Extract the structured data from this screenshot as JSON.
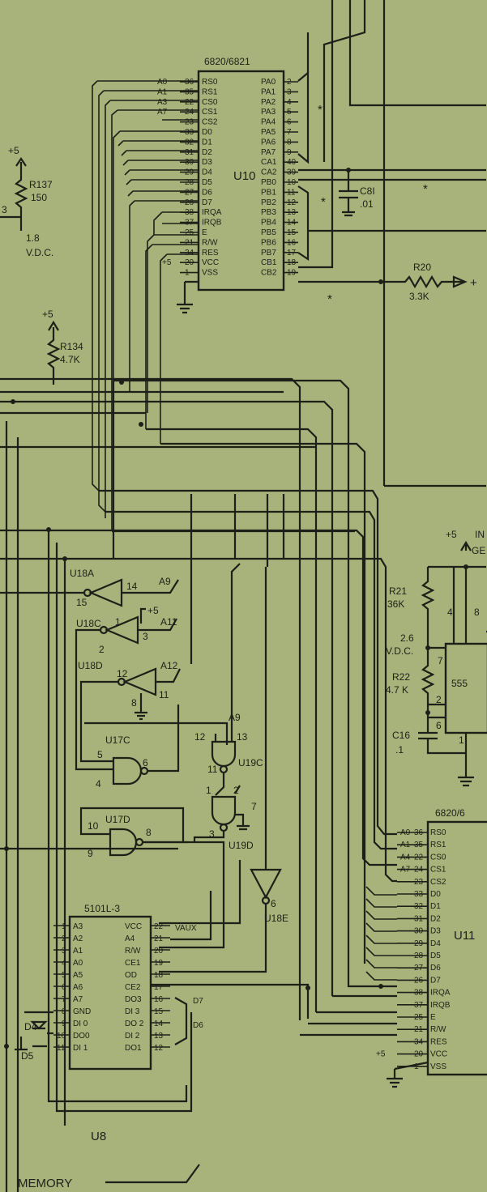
{
  "colors": {
    "paper": "#a7b37a",
    "ink": "#1e1f18"
  },
  "u10": {
    "title": "6820/6821",
    "ref": "U10",
    "left_pins": [
      {
        "sig": "RS0",
        "num": "36",
        "net": "A0"
      },
      {
        "sig": "RS1",
        "num": "35",
        "net": "A1"
      },
      {
        "sig": "CS0",
        "num": "22",
        "net": "A3"
      },
      {
        "sig": "CS1",
        "num": "24",
        "net": "A7"
      },
      {
        "sig": "CS2",
        "num": "23",
        "net": ""
      },
      {
        "sig": "D0",
        "num": "33",
        "net": ""
      },
      {
        "sig": "D1",
        "num": "32",
        "net": ""
      },
      {
        "sig": "D2",
        "num": "31",
        "net": ""
      },
      {
        "sig": "D3",
        "num": "30",
        "net": ""
      },
      {
        "sig": "D4",
        "num": "29",
        "net": ""
      },
      {
        "sig": "D5",
        "num": "28",
        "net": ""
      },
      {
        "sig": "D6",
        "num": "27",
        "net": ""
      },
      {
        "sig": "D7",
        "num": "26",
        "net": ""
      },
      {
        "sig": "IRQA",
        "num": "38",
        "net": ""
      },
      {
        "sig": "IRQB",
        "num": "37",
        "net": ""
      },
      {
        "sig": "E",
        "num": "25",
        "net": ""
      },
      {
        "sig": "R/W",
        "num": "21",
        "net": ""
      },
      {
        "sig": "RES",
        "num": "34",
        "net": ""
      },
      {
        "sig": "VCC",
        "num": "20",
        "net": "+5"
      },
      {
        "sig": "VSS",
        "num": "1",
        "net": ""
      }
    ],
    "right_pins": [
      {
        "sig": "PA0",
        "num": "2"
      },
      {
        "sig": "PA1",
        "num": "3"
      },
      {
        "sig": "PA2",
        "num": "4"
      },
      {
        "sig": "PA3",
        "num": "5"
      },
      {
        "sig": "PA4",
        "num": "6"
      },
      {
        "sig": "PA5",
        "num": "7"
      },
      {
        "sig": "PA6",
        "num": "8"
      },
      {
        "sig": "PA7",
        "num": "9"
      },
      {
        "sig": "CA1",
        "num": "40"
      },
      {
        "sig": "CA2",
        "num": "39"
      },
      {
        "sig": "PB0",
        "num": "10"
      },
      {
        "sig": "PB1",
        "num": "11"
      },
      {
        "sig": "PB2",
        "num": "12"
      },
      {
        "sig": "PB3",
        "num": "13"
      },
      {
        "sig": "PB4",
        "num": "14"
      },
      {
        "sig": "PB5",
        "num": "15"
      },
      {
        "sig": "PB6",
        "num": "16"
      },
      {
        "sig": "PB7",
        "num": "17"
      },
      {
        "sig": "CB1",
        "num": "18"
      },
      {
        "sig": "CB2",
        "num": "19"
      }
    ]
  },
  "u11": {
    "title": "6820/6",
    "ref": "U11",
    "left_pins": [
      {
        "sig": "RS0",
        "num": "36",
        "net": "A0"
      },
      {
        "sig": "RS1",
        "num": "35",
        "net": "A1"
      },
      {
        "sig": "CS0",
        "num": "22",
        "net": "A4"
      },
      {
        "sig": "CS1",
        "num": "24",
        "net": "A7"
      },
      {
        "sig": "CS2",
        "num": "23",
        "net": ""
      },
      {
        "sig": "D0",
        "num": "33",
        "net": ""
      },
      {
        "sig": "D1",
        "num": "32",
        "net": ""
      },
      {
        "sig": "D2",
        "num": "31",
        "net": ""
      },
      {
        "sig": "D3",
        "num": "30",
        "net": ""
      },
      {
        "sig": "D4",
        "num": "29",
        "net": ""
      },
      {
        "sig": "D5",
        "num": "28",
        "net": ""
      },
      {
        "sig": "D6",
        "num": "27",
        "net": ""
      },
      {
        "sig": "D7",
        "num": "26",
        "net": ""
      },
      {
        "sig": "IRQA",
        "num": "38",
        "net": ""
      },
      {
        "sig": "IRQB",
        "num": "37",
        "net": ""
      },
      {
        "sig": "E",
        "num": "25",
        "net": ""
      },
      {
        "sig": "R/W",
        "num": "21",
        "net": ""
      },
      {
        "sig": "RES",
        "num": "34",
        "net": ""
      },
      {
        "sig": "VCC",
        "num": "20",
        "net": "+5"
      },
      {
        "sig": "VSS",
        "num": "1",
        "net": ""
      }
    ]
  },
  "u8": {
    "part": "5101L-3",
    "ref": "U8",
    "left_pins": [
      {
        "num": "1",
        "sig": "A3"
      },
      {
        "num": "2",
        "sig": "A2"
      },
      {
        "num": "3",
        "sig": "A1"
      },
      {
        "num": "4",
        "sig": "A0"
      },
      {
        "num": "5",
        "sig": "A5"
      },
      {
        "num": "6",
        "sig": "A6"
      },
      {
        "num": "7",
        "sig": "A7"
      },
      {
        "num": "8",
        "sig": "GND"
      },
      {
        "num": "9",
        "sig": "DI 0"
      },
      {
        "num": "10",
        "sig": "DO0"
      },
      {
        "num": "11",
        "sig": "DI 1"
      }
    ],
    "right_pins": [
      {
        "sig": "VCC",
        "num": "22",
        "ext": "VAUX"
      },
      {
        "sig": "A4",
        "num": "21",
        "ext": ""
      },
      {
        "sig": "R/W",
        "num": "20",
        "ext": ""
      },
      {
        "sig": "CE1",
        "num": "19",
        "ext": ""
      },
      {
        "sig": "OD",
        "num": "18",
        "ext": ""
      },
      {
        "sig": "CE2",
        "num": "17",
        "ext": ""
      },
      {
        "sig": "DO3",
        "num": "16",
        "ext": "D7"
      },
      {
        "sig": "DI 3",
        "num": "15",
        "ext": ""
      },
      {
        "sig": "DO 2",
        "num": "14",
        "ext": "D6"
      },
      {
        "sig": "DI 2",
        "num": "13",
        "ext": ""
      },
      {
        "sig": "DO1",
        "num": "12",
        "ext": ""
      }
    ]
  },
  "timer": {
    "part": "555",
    "pins": [
      "4",
      "8",
      "7",
      "2",
      "6",
      "1"
    ]
  },
  "components": {
    "r137": {
      "ref": "R137",
      "value": "150"
    },
    "r134": {
      "ref": "R134",
      "value": "4.7K"
    },
    "r20": {
      "ref": "R20",
      "value": "3.3K"
    },
    "r21": {
      "ref": "R21",
      "value": "36K"
    },
    "r22": {
      "ref": "R22",
      "value": "4.7 K"
    },
    "c8": {
      "ref": "C8I",
      "value": ".01"
    },
    "c16": {
      "ref": "C16",
      "value": ".1"
    }
  },
  "gates": {
    "u18a": {
      "ref": "U18A",
      "pins": [
        "14",
        "15"
      ],
      "net": "A9"
    },
    "u18c": {
      "ref": "U18C",
      "pins": [
        "1",
        "2",
        "3"
      ],
      "supply": "+5",
      "net": "A11"
    },
    "u18d": {
      "ref": "U18D",
      "pins": [
        "12",
        "8",
        "11"
      ],
      "net": "A12"
    },
    "u17c": {
      "ref": "U17C",
      "pins": [
        "5",
        "4",
        "6"
      ]
    },
    "u17d": {
      "ref": "U17D",
      "pins": [
        "10",
        "9",
        "8"
      ]
    },
    "u19c": {
      "ref": "U19C",
      "pins": [
        "12",
        "13",
        "11"
      ],
      "net": "A9"
    },
    "u19d": {
      "ref": "U19D",
      "pins": [
        "1",
        "2",
        "3",
        "7"
      ]
    },
    "u18e": {
      "ref": "U18E",
      "pins": [
        "6"
      ]
    }
  },
  "diodes": {
    "d4": "D4",
    "d5": "D5"
  },
  "labels": {
    "plus5": "+5",
    "vdc_18": "1.8",
    "vdc_26": "2.6",
    "vdc_unit": "V.D.C.",
    "vdc_unit2": "V.D.C.",
    "node_3": "3",
    "star": "*",
    "memory": "MEMORY",
    "ge": "GE",
    "in": "IN",
    "plus": "+"
  }
}
